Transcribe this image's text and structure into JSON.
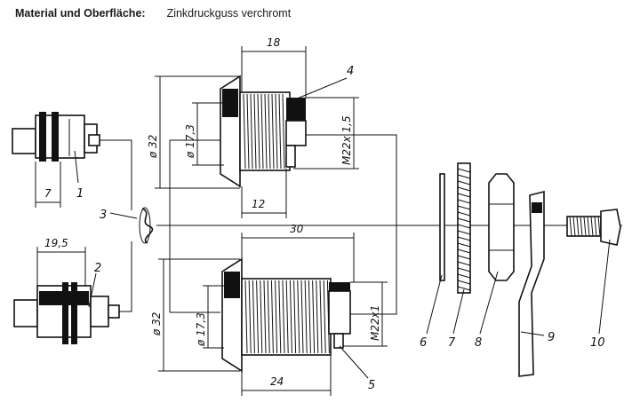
{
  "header": {
    "label": "Material und Oberfläche:",
    "value": "Zinkdruckguss verchromt"
  },
  "part_labels": [
    "1",
    "2",
    "3",
    "4",
    "5",
    "6",
    "7",
    "8",
    "9",
    "10"
  ],
  "dimensions": {
    "d18": "18",
    "d12": "12",
    "d30": "30",
    "d24": "24",
    "d7": "7",
    "d19_5": "19,5",
    "dia32_top": "ø 32",
    "dia32_bottom": "ø 32",
    "dia17_top": "ø 17,3",
    "dia17_bottom": "ø 17,3",
    "thread_top": "M22x 1,5",
    "thread_bottom": "M22x1"
  }
}
